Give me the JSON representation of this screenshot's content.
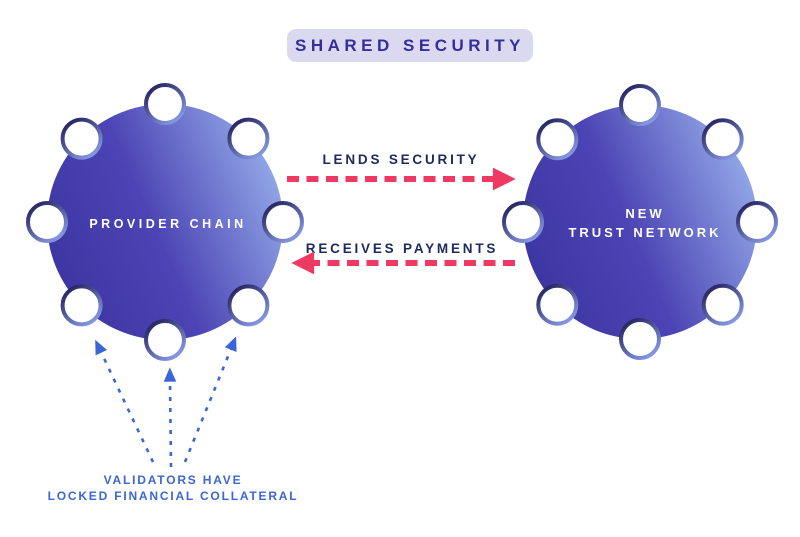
{
  "title": {
    "label": "SHARED SECURITY"
  },
  "provider_chain": {
    "label": "PROVIDER CHAIN",
    "validator_count": 8
  },
  "new_trust_network": {
    "label_line1": "NEW",
    "label_line2": "TRUST NETWORK",
    "validator_count": 8
  },
  "arrows": {
    "lends_security": {
      "label": "LENDS SECURITY",
      "direction": "right"
    },
    "receives_payments": {
      "label": "RECEIVES PAYMENTS",
      "direction": "left"
    }
  },
  "annotation": {
    "line1": "VALIDATORS HAVE",
    "line2": "LOCKED FINANCIAL COLLATERAL"
  },
  "colors": {
    "background": "#FFFFFF",
    "badge_bg": "#DBD9F0",
    "badge_text": "#332E9B",
    "circle_gradient_start": "#3B35A1",
    "circle_gradient_mid": "#4C44B4",
    "circle_gradient_end": "#95ACEA",
    "node_fill": "#FFFFFF",
    "node_ring_dark": "#23205C",
    "node_ring_light": "#8CA0EA",
    "arrow_label_text": "#1C2A5E",
    "arrow_pink": "#EE3A63",
    "annotation_blue": "#3A66D6",
    "circle_label_text": "#FFFFFF"
  }
}
